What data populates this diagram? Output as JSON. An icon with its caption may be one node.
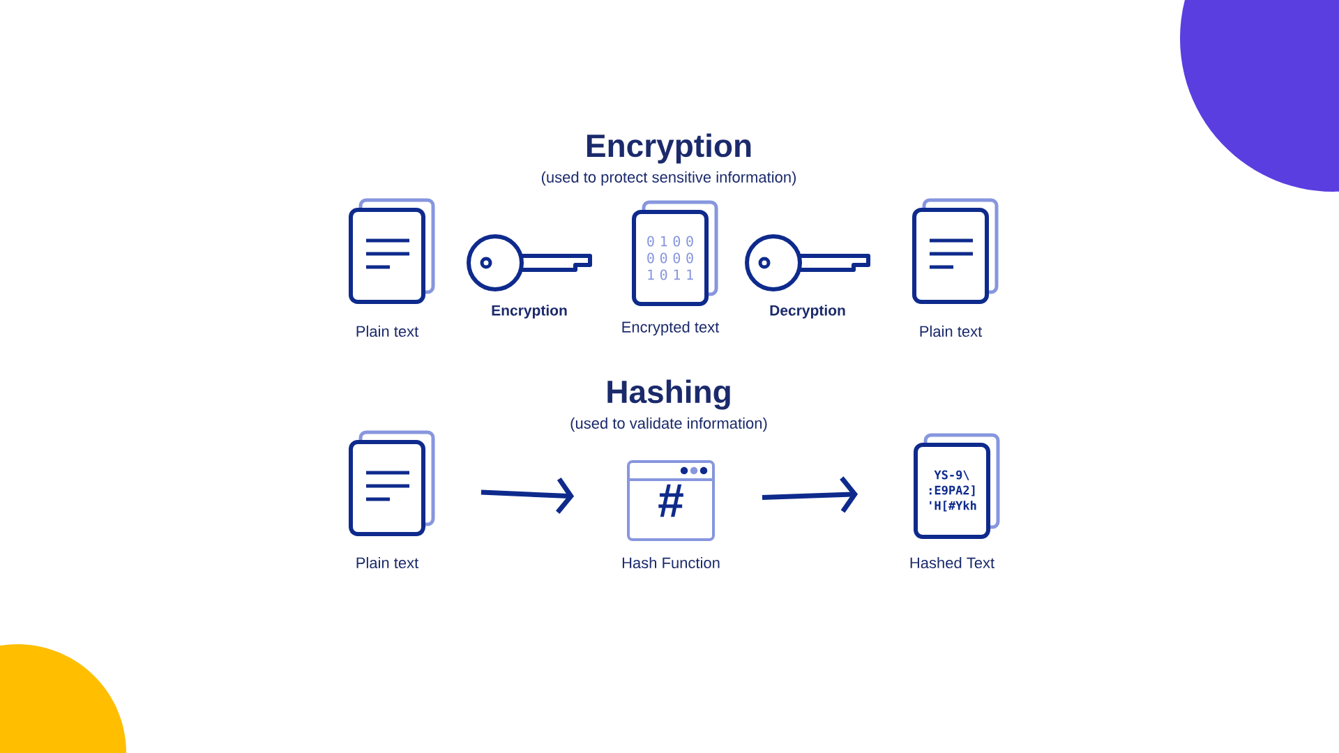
{
  "diagram": {
    "nodes": [
      {
        "text": [],
        "shape": "picture",
        "beside": [
          "Plain text"
        ]
      },
      {
        "text": [],
        "shape": "picture",
        "beside": [
          "Encryption"
        ]
      },
      {
        "text": [
          "0 1 0 0 0 0 0 0 1 0 1 1"
        ],
        "beside": [
          "Encrypted text"
        ]
      },
      {
        "text": [],
        "shape": "picture",
        "beside": [
          "Decryption"
        ]
      },
      {
        "text": [],
        "shape": "picture",
        "beside": [
          "Plain text"
        ]
      },
      {
        "text": [],
        "shape": "picture",
        "beside": [
          "Plain text"
        ]
      },
      {
        "text": [
          "#"
        ],
        "beside": [
          "Hash Function"
        ]
      },
      {
        "text": [
          "YS-9\\ :E9PA2] 'H[#Ykh"
        ],
        "beside": [
          "Hashed Text"
        ]
      }
    ],
    "edges": [
      {
        "from": 5,
        "to": 6,
        "arrow": "to"
      },
      {
        "from": 6,
        "to": 7,
        "arrow": "to"
      }
    ],
    "labels": [
      "Encryption",
      "(used to protect sensitive information)",
      "Hashing",
      "(used to validate information)"
    ]
  }
}
